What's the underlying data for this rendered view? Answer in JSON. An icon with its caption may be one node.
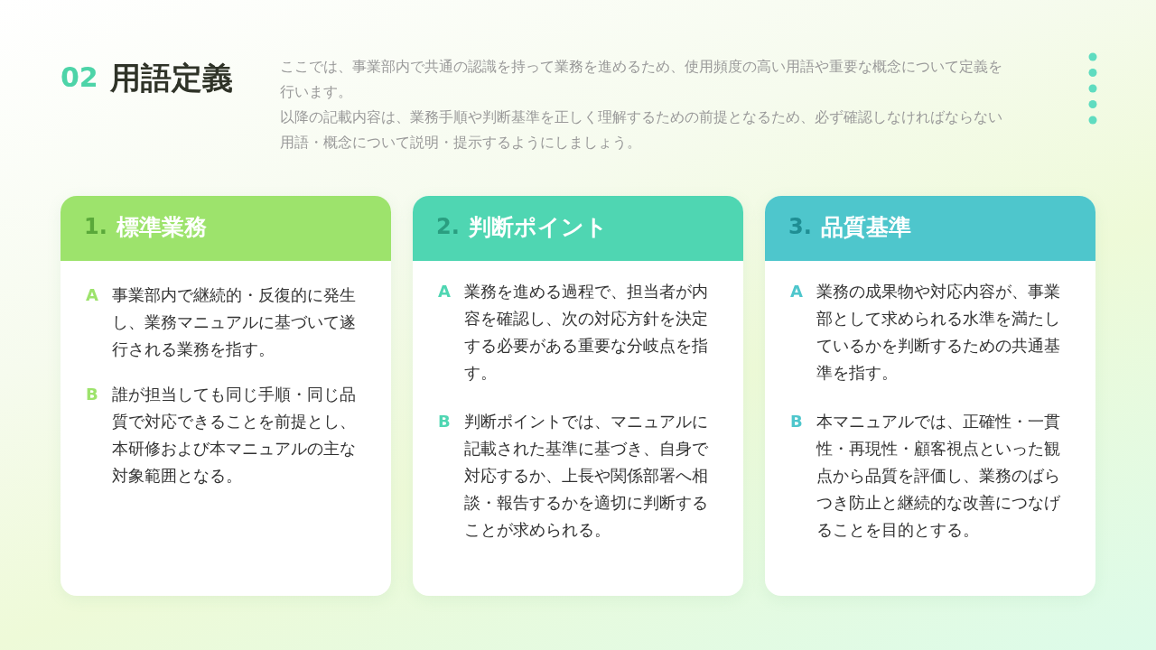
{
  "diagram": {
    "title": "用語定義",
    "nodes": [
      {
        "text": [
          "1.",
          "標準業務",
          "A",
          "事業部内で継続的・反復的に発生し、業務マニュアルに基づいて遂行される業務を指す。",
          "B",
          "誰が担当しても同じ手順・同じ品質で対応できることを前提とし、本研修および本マニュアルの主な対象範囲となる。"
        ]
      },
      {
        "text": [
          "2.",
          "判断ポイント",
          "A",
          "業務を進める過程で、担当者が内容を確認し、次の対応方針を決定する必要がある重要な分岐点を指す。",
          "B",
          "判断ポイントでは、マニュアルに記載された基準に基づき、自身で対応するか、上長や関係部署へ相談・報告するかを適切に判断することが求められる。"
        ]
      },
      {
        "text": [
          "3.",
          "品質基準",
          "A",
          "業務の成果物や対応内容が、事業部として求められる水準を満たしているかを判断するための共通基準を指す。",
          "B",
          "本マニュアルでは、正確性・一貫性・再現性・顧客視点といった観点から品質を評価し、業務のばらつき防止と継続的な改善につなげることを目的とする。"
        ]
      }
    ],
    "labels": [
      "02",
      "ここでは、事業部内で共通の認識を持って業務を進めるため、使用頻度の高い用語や重要な概念について定義を行います。",
      "以降の記載内容は、業務手順や判断基準を正しく理解するための前提となるため、必ず確認しなければならない用語・概念について説明・提示するようにしましょう。"
    ]
  }
}
